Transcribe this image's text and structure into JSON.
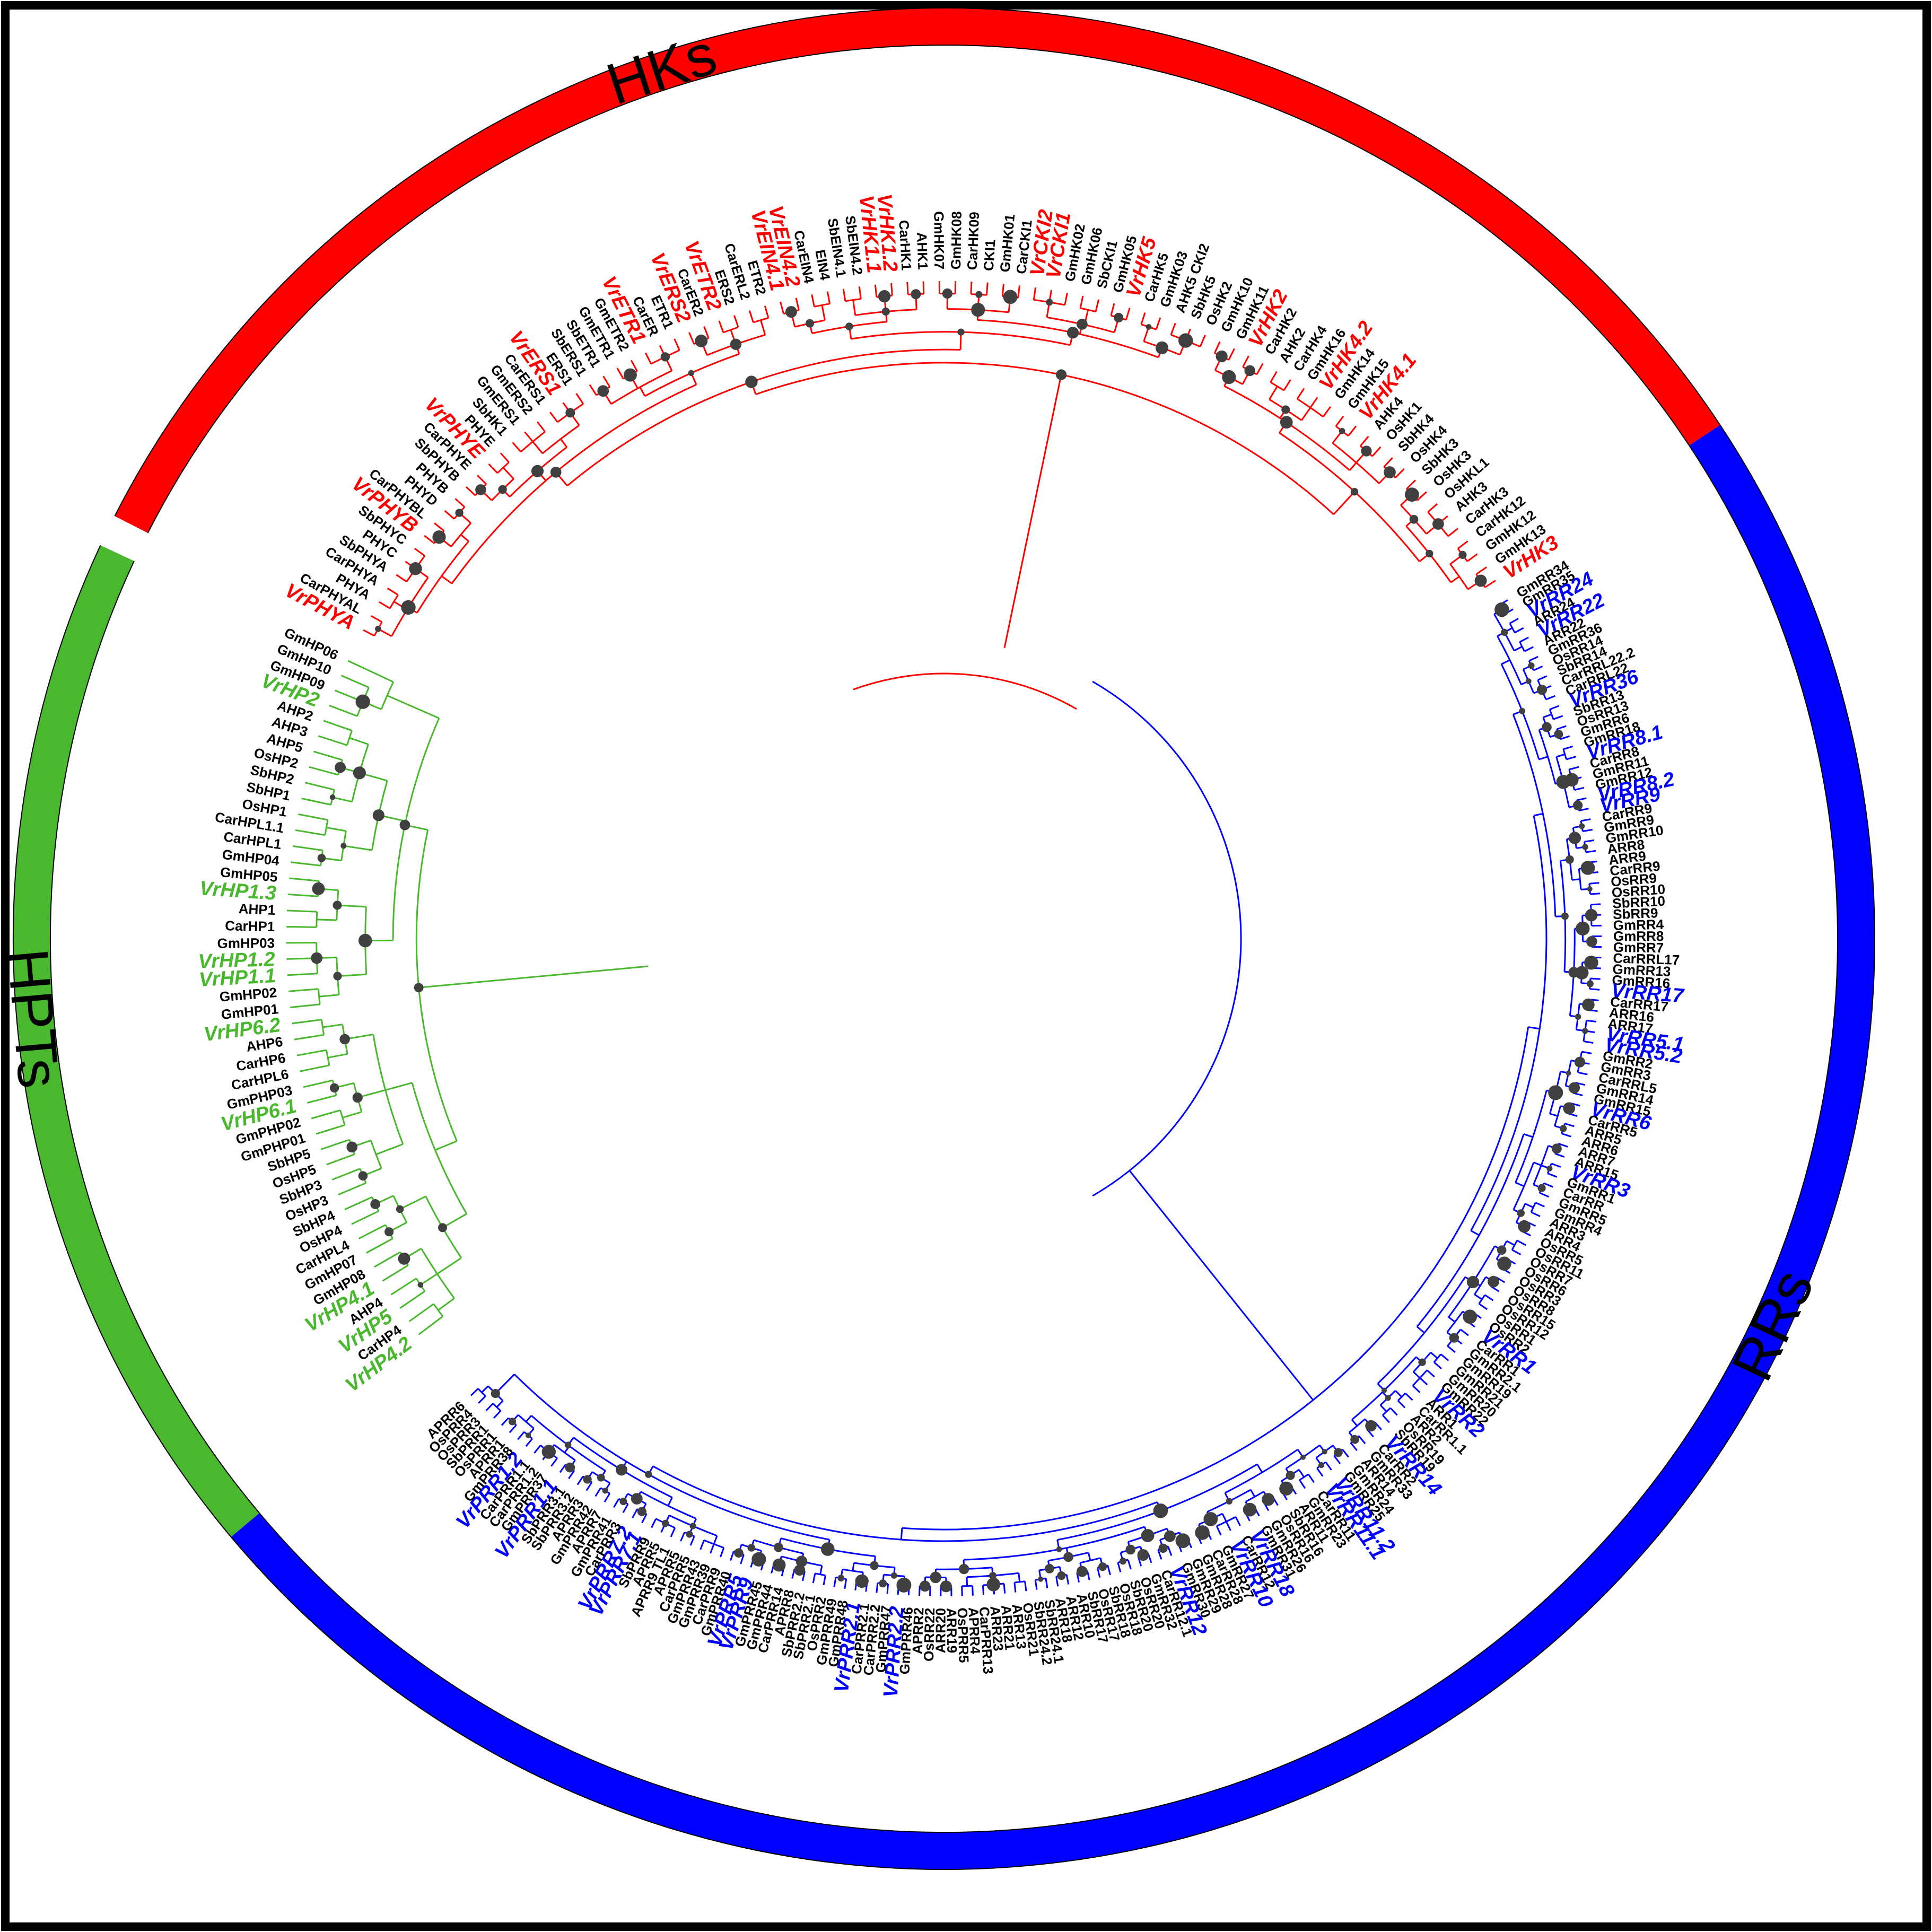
{
  "figure": {
    "colors": {
      "HKs": "#ff0000",
      "RRs": "#0000ff",
      "HPTs": "#4ab82e",
      "node": "#404040",
      "label_other": "#000000"
    },
    "clades": [
      {
        "id": "HKs",
        "label": "HKs",
        "color": "#ff0000",
        "tips": [
          "VrPHYA",
          "CarPHYAL",
          "PHYA",
          "CarPHYA",
          "SbPHYA",
          "PHYC",
          "SbPHYC",
          "VrPHYB",
          "CarPHYBL",
          "PHYD",
          "PHYB",
          "SbPHYB",
          "CarPHYE",
          "VrPHYE",
          "PHYE",
          "SbHK1",
          "GmERS1",
          "GmERS2",
          "CarERS1",
          "VrERS1",
          "ERS1",
          "SbERS1",
          "SbETR1",
          "GmETR1",
          "GmETR2",
          "VrETR1",
          "CarER",
          "ETR1",
          "VrERS2",
          "CarER2",
          "VrETR2",
          "ERS2",
          "CarERL2",
          "ETR2",
          "VrEIN4.1",
          "VrEIN4.2",
          "CarEIN4",
          "EIN4",
          "SbEIN4.1",
          "SbEIN4.2",
          "VrHK1.1",
          "VrHK1.2",
          "CarHK1",
          "AHK1",
          "GmHK07",
          "GmHK08",
          "CarHK09",
          "CKI1",
          "GmHK01",
          "CarCKI1",
          "VrCKI2",
          "VrCKI1",
          "GmHK02",
          "GmHK06",
          "SbCKI1",
          "GmHK05",
          "VrHK5",
          "CarHK5",
          "GmHK03",
          "AHK5 CKI2",
          "SbHK5",
          "OsHK2",
          "GmHK10",
          "GmHK11",
          "VrHK2",
          "CarHK2",
          "AHK2",
          "CarHK4",
          "GmHK16",
          "VrHK4.2",
          "GmHK14",
          "GmHK15",
          "VrHK4.1",
          "AHK4",
          "OsHK1",
          "SbHK4",
          "OsHK4",
          "SbHK3",
          "OsHK3",
          "OsHKL1",
          "AHK3",
          "CarHK3",
          "CarHK12",
          "GmHK12",
          "GmHK13",
          "VrHK3"
        ],
        "highlighted": [
          "VrPHYA",
          "VrPHYB",
          "VrPHYE",
          "VrERS1",
          "VrETR1",
          "VrERS2",
          "VrETR2",
          "VrEIN4.1",
          "VrEIN4.2",
          "VrHK1.1",
          "VrHK1.2",
          "VrCKI2",
          "VrCKI1",
          "VrHK5",
          "VrHK2",
          "VrHK4.2",
          "VrHK4.1",
          "VrHK3"
        ]
      },
      {
        "id": "HPTs",
        "label": "HPTs",
        "color": "#4ab82e",
        "tips": [
          "VrHP4.2",
          "CarHP4",
          "VrHP5",
          "AHP4",
          "VrHP4.1",
          "GmHP08",
          "GmHP07",
          "CarHPL4",
          "OsHP4",
          "SbHP4",
          "OsHP3",
          "SbHP3",
          "OsHP5",
          "SbHP5",
          "GmPHP01",
          "GmPHP02",
          "VrHP6.1",
          "GmPHP03",
          "CarHPL6",
          "CarHP6",
          "AHP6",
          "VrHP6.2",
          "GmHP01",
          "GmHP02",
          "VrHP1.1",
          "VrHP1.2",
          "GmHP03",
          "CarHP1",
          "AHP1",
          "VrHP1.3",
          "GmHP05",
          "GmHP04",
          "CarHPL1",
          "CarHPL1.1",
          "OsHP1",
          "SbHP1",
          "SbHP2",
          "OsHP2",
          "AHP5",
          "AHP3",
          "AHP2",
          "VrHP2",
          "GmHP09",
          "GmHP10",
          "GmHP06"
        ],
        "highlighted": [
          "VrHP4.2",
          "VrHP5",
          "VrHP4.1",
          "VrHP6.1",
          "VrHP6.2",
          "VrHP1.1",
          "VrHP1.2",
          "VrHP1.3",
          "VrHP2"
        ]
      },
      {
        "id": "RRs",
        "label": "RRs",
        "color": "#0000ff",
        "tips": [
          "GmRR34",
          "GmRR35",
          "VrRR24",
          "ARR24",
          "VrRR22",
          "ARR22",
          "GmRR36",
          "OsRR14",
          "SbRR14",
          "CarRRL22.2",
          "CarRRL22",
          "VrRR36",
          "SbRR13",
          "OsRR13",
          "GmRR6",
          "GmRR18",
          "VrRR8.1",
          "CarRR8",
          "GmRR11",
          "GmRR12",
          "VrRR8.2",
          "VrRR9",
          "CarRR9",
          "GmRR9",
          "GmRR10",
          "ARR8",
          "ARR9",
          "CarRR9",
          "OsRR9",
          "OsRR10",
          "SbRR10",
          "SbRR9",
          "GmRR4",
          "GmRR8",
          "GmRR7",
          "CarRRL17",
          "GmRR13",
          "GmRR16",
          "VrRR17",
          "CarRR17",
          "ARR16",
          "ARR17",
          "VrRR5.1",
          "VrRR5.2",
          "GmRR2",
          "GmRR3",
          "CarRRL5",
          "GmRR14",
          "GmRR15",
          "VrRR6",
          "CarRR5",
          "ARR5",
          "ARR6",
          "ARR7",
          "ARR15",
          "VrRR3",
          "GmRR1",
          "CarRR",
          "GmRR5",
          "GmRR4",
          "ARR3",
          "ARR4",
          "OsRR5",
          "OsRR11",
          "OsRR7",
          "OsRR6",
          "OsRR3",
          "OsRR8",
          "OsRR15",
          "OsRR12",
          "OsRR1",
          "OsRR2",
          "VrRR1",
          "CarRR1",
          "GmRR2.1",
          "GmRR19",
          "GmRR21",
          "GmRR20",
          "GmRR22",
          "VrRR2",
          "ARR1",
          "CarRR1.1",
          "ARR2",
          "OsRR19",
          "SbRR19",
          "VrRR14",
          "CarRR2",
          "GmRR33",
          "ARR14",
          "GmRR24",
          "GmRR25",
          "VrRR11.2",
          "VrRR11.1",
          "CarRR11",
          "GmRR23",
          "ARR11",
          "SbRR16",
          "OsRR16",
          "GmRR26",
          "GmRR31",
          "VrRR18",
          "CarRR12",
          "VrRR10",
          "GmRR27",
          "CarRR28",
          "GmRR28",
          "GmRR29",
          "GmRR30",
          "VrRR12",
          "CarRR12.1",
          "GmRR32",
          "OsRR20",
          "SbRR20",
          "OsRR18",
          "SbRR18",
          "OsRR17",
          "SbRR17",
          "ARR10",
          "ARR12",
          "ARR18",
          "SbRR24.1",
          "SbRR24.2",
          "OsRR21",
          "ARR13",
          "ARR21",
          "ARR23",
          "CarPRR13",
          "APRR4",
          "OsPRR5",
          "ARR19",
          "ARR20",
          "OsRR22",
          "APRR2",
          "GmPRR46",
          "VrPRR2.2",
          "GmPRR47",
          "CarPRR2.2",
          "CarPRR2.1",
          "VrPRR2.1",
          "GmPRR48",
          "GmPRR49",
          "OsPRR2",
          "SbPRR2.1",
          "SbPRR2.2",
          "APRR8",
          "CarPRR14",
          "GmPRR44",
          "GmPRR45",
          "VrPRR9",
          "VrPRR5",
          "GmPRR40",
          "CarPRR9",
          "GmPRR39",
          "GmPRR43",
          "CarPRR5",
          "APRR5",
          "APRR9 TL1",
          "APRR5",
          "SbPRR9",
          "VrPRR7.1",
          "VrPRR7.2",
          "CarPRR3",
          "GmPRR41",
          "APRR7",
          "GmPRR42",
          "APRR3",
          "SbPRR3.2",
          "SbPRR3.1",
          "VrPRR1.1",
          "GmPRR37",
          "CarPRR1.2",
          "CarPRR1.1",
          "VrPRR1.2",
          "GmPRR38",
          "APRR1",
          "OsPRR1",
          "SbPRR1",
          "OsPRR3",
          "OsPRR4",
          "APRR6"
        ],
        "highlighted": [
          "VrRR24",
          "VrRR22",
          "VrRR36",
          "VrRR8.1",
          "VrRR8.2",
          "VrRR9",
          "VrRR17",
          "VrRR5.1",
          "VrRR5.2",
          "VrRR6",
          "VrRR3",
          "VrRR1",
          "VrRR2",
          "VrRR14",
          "VrRR11.2",
          "VrRR11.1",
          "VrRR18",
          "VrRR10",
          "VrRR12",
          "VrPRR2.2",
          "VrPRR2.1",
          "VrPRR9",
          "VrPRR5",
          "VrPRR7.1",
          "VrPRR7.2",
          "VrPRR1.1",
          "VrPRR1.2"
        ]
      }
    ]
  }
}
